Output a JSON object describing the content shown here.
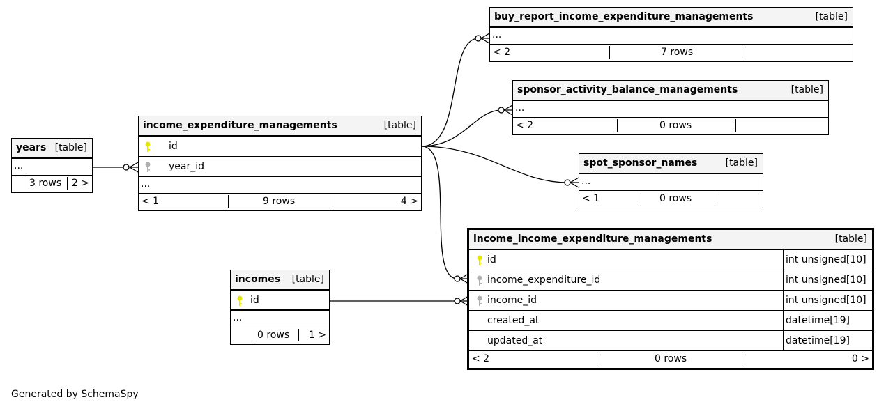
{
  "generated_by": "Generated by SchemaSpy",
  "tables": {
    "buy_report": {
      "name": "buy_report_income_expenditure_managements",
      "kind": "[table]",
      "ellipsis": "...",
      "prev": "< 2",
      "rows": "7 rows",
      "next": ""
    },
    "sponsor": {
      "name": "sponsor_activity_balance_managements",
      "kind": "[table]",
      "ellipsis": "...",
      "prev": "< 2",
      "rows": "0 rows",
      "next": ""
    },
    "spot": {
      "name": "spot_sponsor_names",
      "kind": "[table]",
      "ellipsis": "...",
      "prev": "< 1",
      "rows": "0 rows",
      "next": ""
    },
    "iem": {
      "name": "income_expenditure_managements",
      "kind": "[table]",
      "col1": "id",
      "col2": "year_id",
      "ellipsis": "...",
      "prev": "< 1",
      "rows": "9 rows",
      "next": "4 >"
    },
    "years": {
      "name": "years",
      "kind": "[table]",
      "ellipsis": "...",
      "prev": "",
      "rows": "3 rows",
      "next": "2 >"
    },
    "incomes": {
      "name": "incomes",
      "kind": "[table]",
      "col1": "id",
      "ellipsis": "...",
      "prev": "",
      "rows": "0 rows",
      "next": "1 >"
    },
    "iiem": {
      "name": "income_income_expenditure_managements",
      "kind": "[table]",
      "columns": [
        {
          "name": "id",
          "type": "int unsigned[10]",
          "key": "primary"
        },
        {
          "name": "income_expenditure_id",
          "type": "int unsigned[10]",
          "key": "foreign"
        },
        {
          "name": "income_id",
          "type": "int unsigned[10]",
          "key": "foreign"
        },
        {
          "name": "created_at",
          "type": "datetime[19]",
          "key": "none"
        },
        {
          "name": "updated_at",
          "type": "datetime[19]",
          "key": "none"
        }
      ],
      "prev": "< 2",
      "rows": "0 rows",
      "next": "0 >"
    }
  },
  "colors": {
    "primary_key": "#e6e600",
    "foreign_key": "#b0b0b0",
    "header_bg": "#f4f4f4"
  }
}
